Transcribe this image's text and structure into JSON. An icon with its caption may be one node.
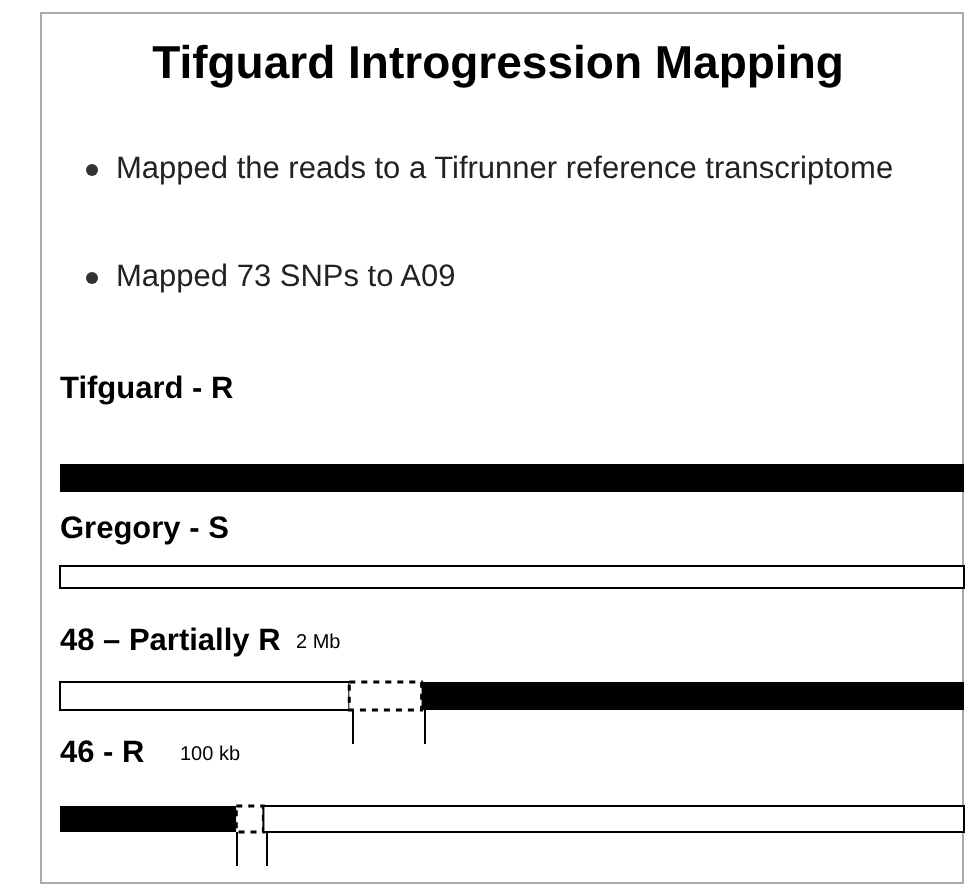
{
  "diagram": {
    "title": "Tifguard Introgression Mapping",
    "labels": [
      "Mapped the reads to a Tifrunner reference transcriptome",
      "Mapped 73 SNPs to A09"
    ],
    "nodes": [
      {
        "text": [
          "Tifguard - R"
        ]
      },
      {
        "text": [
          "Gregory - S"
        ]
      },
      {
        "text": [
          "48 – Partially R"
        ],
        "beside": [
          "2 Mb"
        ]
      },
      {
        "text": [
          "46 - R"
        ],
        "beside": [
          "100 kb"
        ]
      }
    ]
  }
}
